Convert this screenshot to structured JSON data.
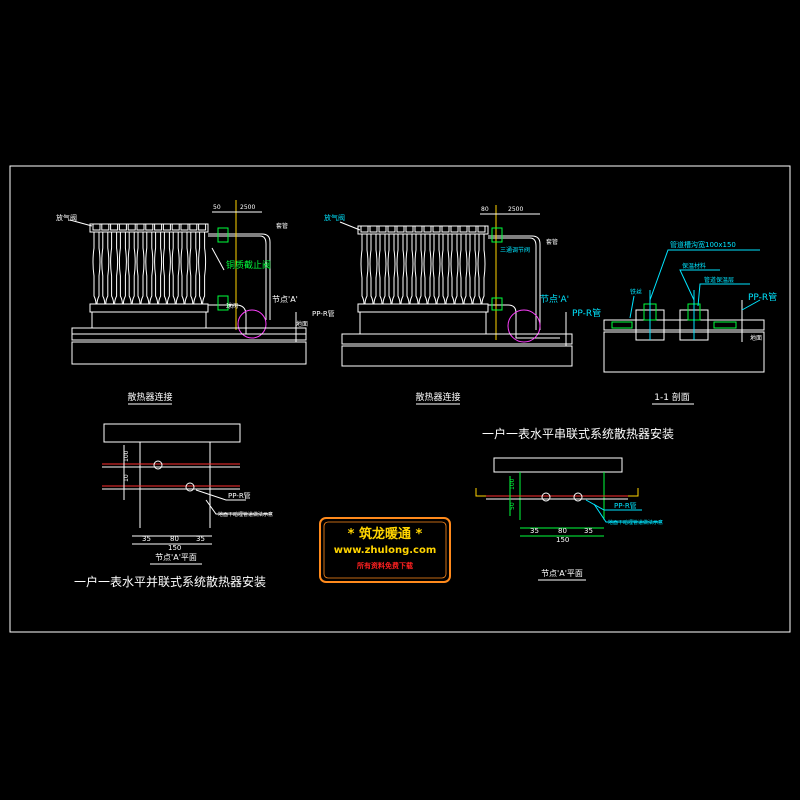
{
  "views": {
    "left_elevation": {
      "title": "散热器连接",
      "labels": {
        "vent": "放气阀",
        "riser_note": "铜质截止阀",
        "pipe_sleeve": "套管",
        "node": "节点'A'",
        "ppr": "PP-R管",
        "floor": "地面",
        "dim_top": "2500",
        "dim_small": "50",
        "valve": "球阀"
      }
    },
    "middle_elevation": {
      "title": "散热器连接",
      "labels": {
        "vent": "放气阀",
        "tee": "三通调节阀",
        "pipe_sleeve": "套管",
        "node": "节点'A'",
        "ppr": "PP-R管",
        "dim_top": "2500",
        "dim_small": "80"
      }
    },
    "section_1_1": {
      "title": "1-1 剖面",
      "labels": {
        "box": "管道槽沟宽100x150",
        "insul": "保温材料",
        "cover": "管道保温层",
        "mesh": "铁丝",
        "ppr": "PP-R管",
        "floor": "地面"
      }
    },
    "node_a_left": {
      "title": "节点'A'平面",
      "dims": [
        "35",
        "80",
        "35",
        "150"
      ],
      "dims_v": [
        "100",
        "10"
      ],
      "ppr": "PP-R管",
      "note": "地面下暗埋管道做法示意"
    },
    "node_a_right": {
      "title": "节点'A'平面",
      "dims": [
        "35",
        "80",
        "35",
        "150"
      ],
      "dims_v": [
        "100",
        "50"
      ],
      "ppr": "PP-R管",
      "note": "地面下暗埋管道做法示意"
    }
  },
  "captions": {
    "serial": "一户一表水平串联式系统散热器安装",
    "parallel": "一户一表水平并联式系统散热器安装"
  },
  "watermark": {
    "line1": "* 筑龙暖通 *",
    "line2": "www.zhulong.com",
    "line3": "所有资料免费下载"
  },
  "colors": {
    "background": "#000000",
    "frame": "#ffffff",
    "cyan": "#00e5ff",
    "yellow": "#ffd400",
    "green": "#00ff3c",
    "red": "#ff2020"
  }
}
